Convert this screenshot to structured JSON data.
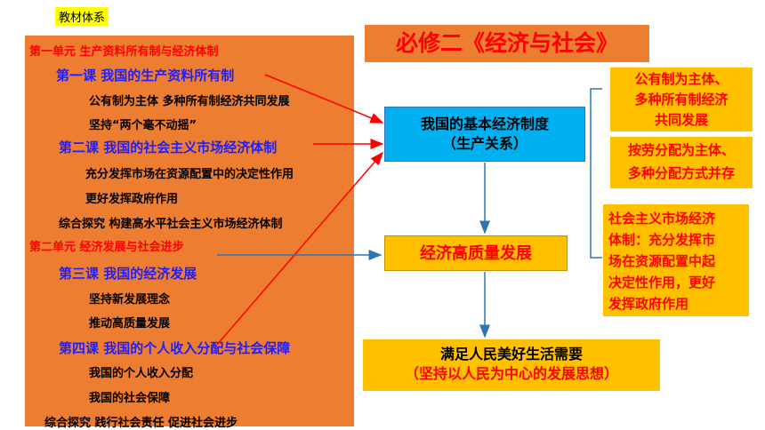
{
  "tag": "教材体系",
  "outline": [
    {
      "text": "第一单元 生产资料所有制与经济体制",
      "style": "red"
    },
    {
      "text": "第一课 我国的生产资料所有制",
      "style": "blue"
    },
    {
      "text": "公有制为主体 多种所有制经济共同发展",
      "style": "black"
    },
    {
      "text": "坚持“两个毫不动摇”",
      "style": "black"
    },
    {
      "text": "第二课 我国的社会主义市场经济体制",
      "style": "blue"
    },
    {
      "text": "充分发挥市场在资源配置中的决定性作用",
      "style": "black"
    },
    {
      "text": "更好发挥政府作用",
      "style": "black"
    },
    {
      "text": "综合探究 构建高水平社会主义市场经济体制",
      "style": "black"
    },
    {
      "text": "第二单元 经济发展与社会进步",
      "style": "red"
    },
    {
      "text": "第三课 我国的经济发展",
      "style": "blue"
    },
    {
      "text": "坚持新发展理念",
      "style": "black"
    },
    {
      "text": "推动高质量发展",
      "style": "black"
    },
    {
      "text": "第四课 我国的个人收入分配与社会保障",
      "style": "blue"
    },
    {
      "text": "我国的个人收入分配",
      "style": "black"
    },
    {
      "text": "我国的社会保障",
      "style": "black"
    },
    {
      "text": "综合探究 践行社会责任 促进社会进步",
      "style": "black"
    }
  ],
  "title": "必修二《经济与社会》",
  "basic": {
    "line1": "我国的基本经济制度",
    "line2": "（生产关系）"
  },
  "quality": "经济高质量发展",
  "satisfy": {
    "line1": "满足人民美好生活需要",
    "line2": "（坚持以人民为中心的发展思想）"
  },
  "right": {
    "r1": [
      "公有制为主体、",
      "多种所有制经济",
      "共同发展"
    ],
    "r2": [
      "按劳分配为主体、",
      "多种分配方式并存"
    ],
    "r3": [
      "社会主义市场经济",
      "体制：充分发挥市",
      "场在资源配置中起",
      "决定性作用，更好",
      "发挥政府作用"
    ]
  }
}
